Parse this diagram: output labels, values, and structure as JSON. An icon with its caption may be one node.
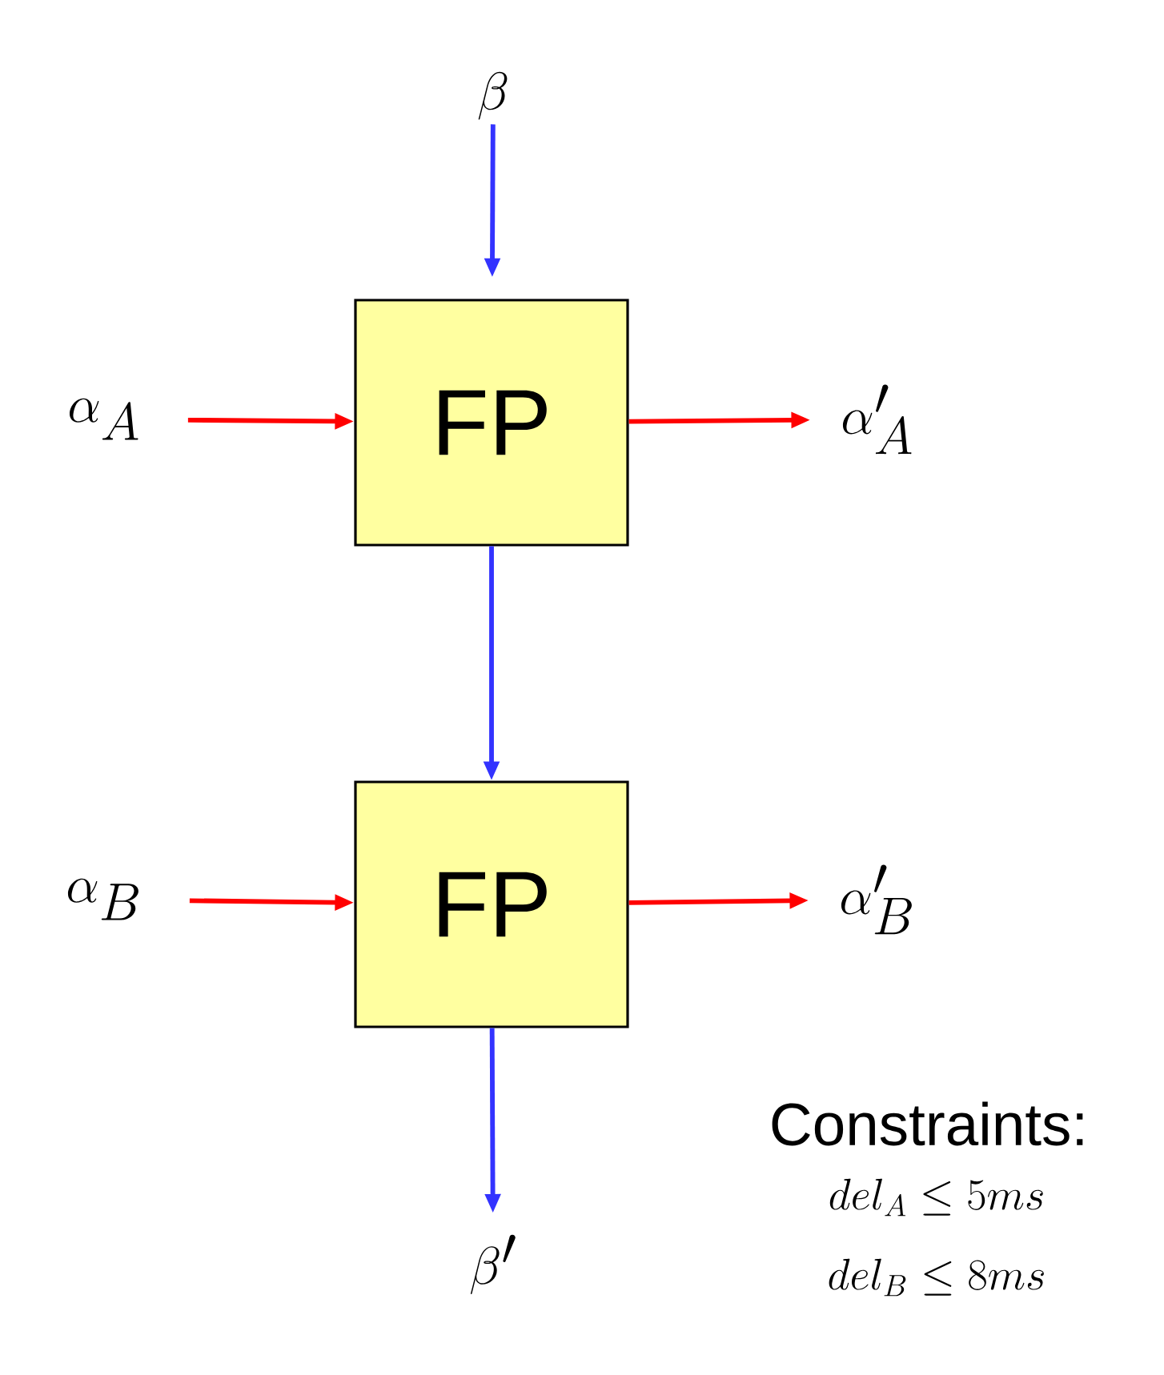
{
  "diagram": {
    "nodes": [
      {
        "text": [
          "\\beta"
        ]
      },
      {
        "text": [
          "FP"
        ]
      },
      {
        "text": [
          "\\alpha_A"
        ]
      },
      {
        "text": [
          "\\alpha'_A"
        ]
      },
      {
        "text": [
          "FP"
        ]
      },
      {
        "text": [
          "\\alpha_B"
        ]
      },
      {
        "text": [
          "\\alpha'_B"
        ]
      },
      {
        "text": [
          "\\beta'"
        ]
      }
    ],
    "edges": [
      {
        "from": 0,
        "to": 1,
        "arrow": "to",
        "color": "#3333ff"
      },
      {
        "from": 2,
        "to": 1,
        "arrow": "to"
      },
      {
        "from": 1,
        "to": 3,
        "arrow": "to"
      },
      {
        "from": 1,
        "to": 4,
        "arrow": "to",
        "color": "#3333ff"
      },
      {
        "from": 5,
        "to": 4,
        "arrow": "to"
      },
      {
        "from": 4,
        "to": 6,
        "arrow": "to"
      },
      {
        "from": 4,
        "to": 7,
        "arrow": "to",
        "color": "#3333ff"
      }
    ],
    "labels": [
      "Constraints:",
      "del_A \\leq 5ms",
      "del_B \\leq 8ms"
    ]
  }
}
